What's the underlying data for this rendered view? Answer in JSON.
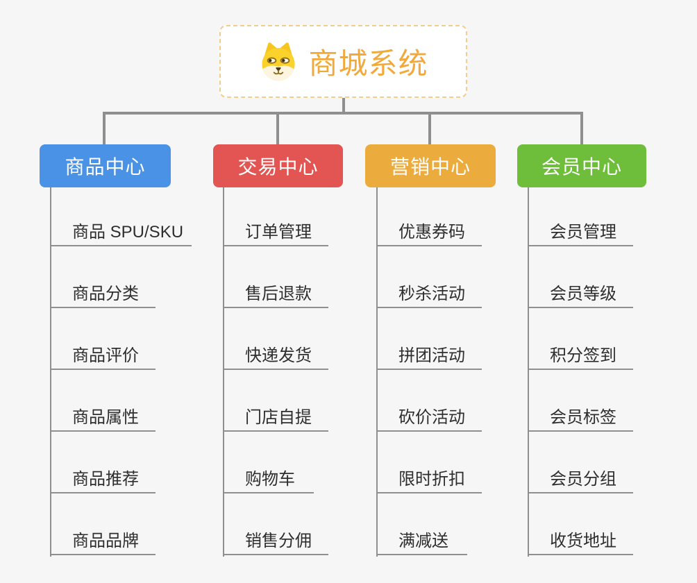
{
  "root": {
    "title": "商城系统",
    "icon": "shiba-dog-icon",
    "title_color": "#f2a93c",
    "border_color": "#f3cd8d"
  },
  "colors": {
    "background": "#f6f6f7",
    "connector": "#8f8f8f",
    "leaf_text": "#2e2e2e"
  },
  "branches": [
    {
      "label": "商品中心",
      "color": "#4a92e5",
      "items": [
        "商品 SPU/SKU",
        "商品分类",
        "商品评价",
        "商品属性",
        "商品推荐",
        "商品品牌"
      ]
    },
    {
      "label": "交易中心",
      "color": "#e25553",
      "items": [
        "订单管理",
        "售后退款",
        "快递发货",
        "门店自提",
        "购物车",
        "销售分佣"
      ]
    },
    {
      "label": "营销中心",
      "color": "#ecac3d",
      "items": [
        "优惠券码",
        "秒杀活动",
        "拼团活动",
        "砍价活动",
        "限时折扣",
        "满减送"
      ]
    },
    {
      "label": "会员中心",
      "color": "#6ebe3b",
      "items": [
        "会员管理",
        "会员等级",
        "积分签到",
        "会员标签",
        "会员分组",
        "收货地址"
      ]
    }
  ]
}
